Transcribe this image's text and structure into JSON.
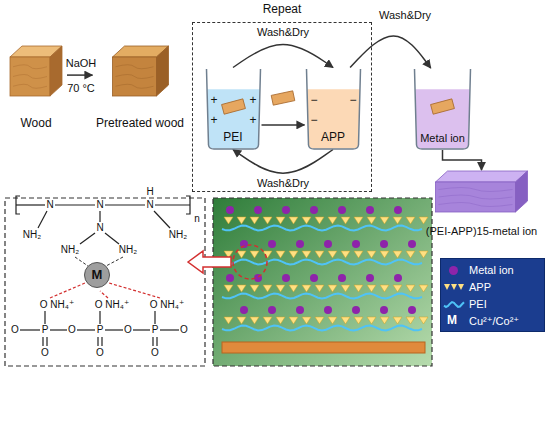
{
  "diagram": {
    "nodes": [
      {
        "text": [
          "Wood"
        ]
      },
      {
        "text": [
          "Pretreated wood"
        ]
      },
      {
        "text": [
          "Repeat"
        ]
      },
      {
        "text": [
          "PEI"
        ],
        "in": 2
      },
      {
        "text": [
          "APP"
        ],
        "in": 2
      },
      {
        "text": [
          "Metal ion"
        ]
      },
      {
        "text": [
          "(PEI-APP)15-metal ion"
        ]
      },
      {
        "text": [
          "M"
        ]
      }
    ],
    "edges": [
      {
        "from": 0,
        "to": 1,
        "arrow": "to",
        "label": "NaOH"
      },
      {
        "from": 3,
        "to": 4,
        "arrow": "to"
      },
      {
        "from": 3,
        "to": 4,
        "arrow": "to",
        "label": "Wash&Dry"
      },
      {
        "from": 4,
        "to": 3,
        "arrow": "to",
        "label": "Wash&Dry"
      },
      {
        "from": 4,
        "to": 5,
        "arrow": "to",
        "label": "Wash&Dry"
      },
      {
        "from": 5,
        "to": 6,
        "arrow": "to"
      }
    ],
    "labels": [
      "70 °C",
      "+",
      "+",
      "+",
      "+",
      "−",
      "−",
      "−",
      "N",
      "N",
      "N",
      "N",
      "H",
      "NH₂",
      "NH₂",
      "NH₂",
      "NH₂",
      "n",
      "O NH₄⁺",
      "O NH₄⁺",
      "O NH₄⁺",
      "O",
      "P",
      "O",
      "P",
      "O",
      "P",
      "O",
      "O",
      "O",
      "O",
      "M"
    ],
    "legend": [
      {
        "text": "Metal ion",
        "color": "#8e24aa"
      },
      {
        "text": "APP"
      },
      {
        "text": "PEI"
      },
      {
        "text": "Cu²⁺/Co²⁺"
      }
    ]
  }
}
